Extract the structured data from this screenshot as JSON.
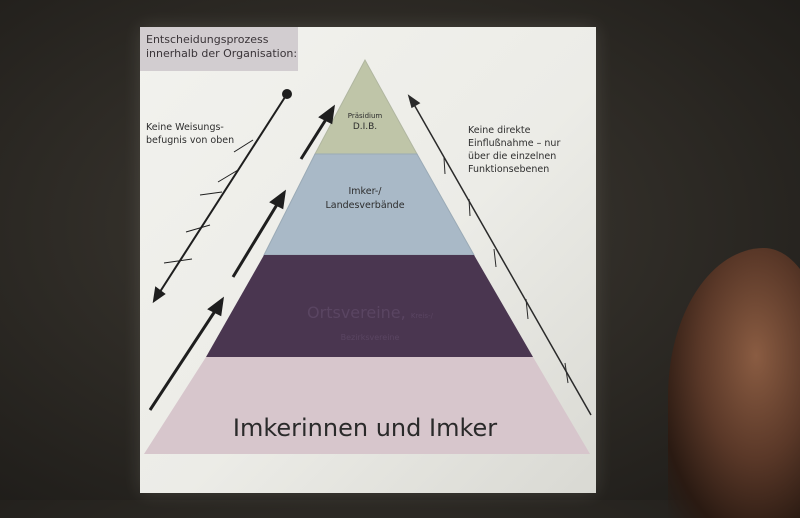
{
  "slide": {
    "title_lines": [
      "Entscheidungsprozess",
      "innerhalb der Organisation:"
    ],
    "left_note_lines": [
      "Keine Weisungs-",
      "befugnis von oben"
    ],
    "right_note_lines": [
      "Keine direkte",
      "Einflußnahme – nur",
      "über die einzelnen",
      "Funktionsebenen"
    ]
  },
  "pyramid": {
    "levels": [
      {
        "lines": [
          "Präsidium",
          "D.I.B."
        ],
        "fill": "#bfc5a8"
      },
      {
        "lines": [
          "Imker-/",
          "Landesverbände"
        ],
        "fill": "#a9b9c7"
      },
      {
        "main": "Ortsvereine,",
        "suffix": "Kreis-/",
        "sub": "Bezirksvereine",
        "fill": "#4a3650"
      },
      {
        "main": "Imkerinnen und Imker",
        "fill": "#d7c6cc"
      }
    ]
  },
  "colors": {
    "wall": "#2c2924",
    "slide": "#efefeb",
    "arrow": "#1e1e1e"
  }
}
